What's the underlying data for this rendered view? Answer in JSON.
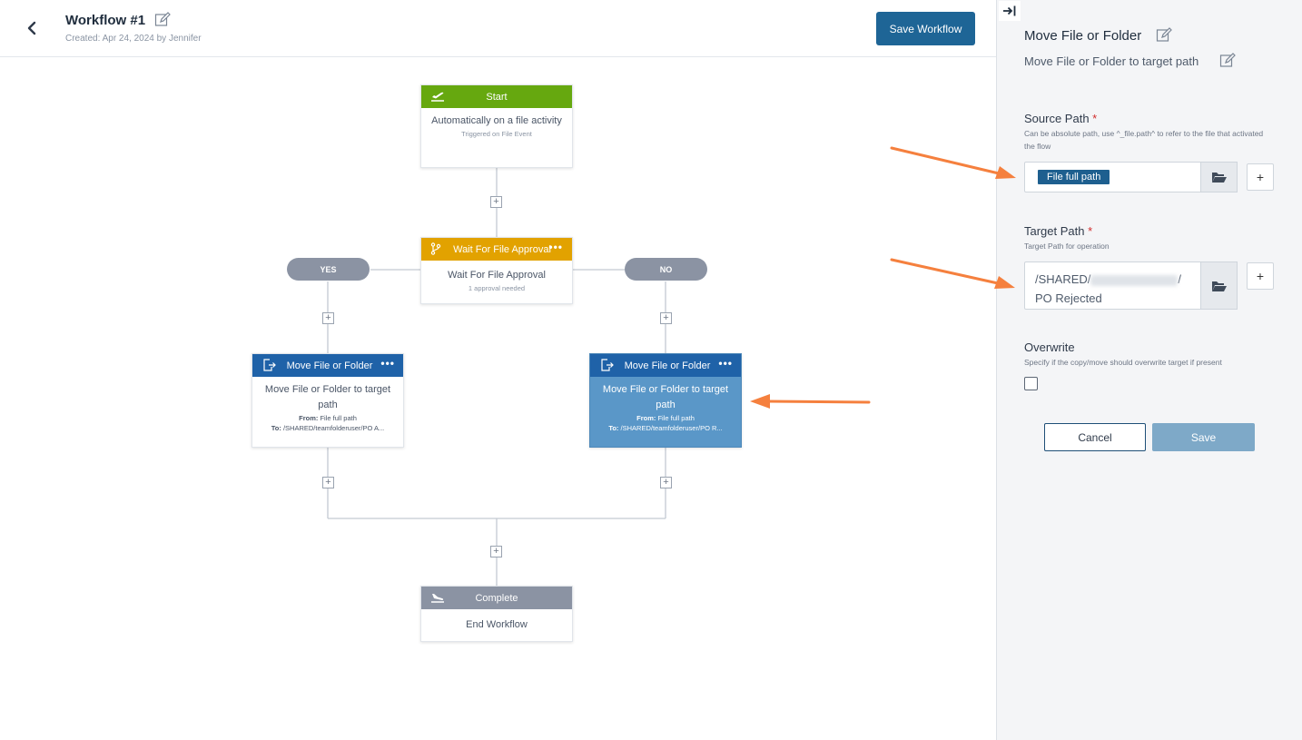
{
  "header": {
    "title": "Workflow #1",
    "subtitle": "Created: Apr 24, 2024 by Jennifer",
    "save_label": "Save Workflow"
  },
  "nodes": {
    "start": {
      "title": "Start",
      "main": "Automatically on a file activity",
      "small": "Triggered on File Event"
    },
    "approval": {
      "title": "Wait For File Approval",
      "main": "Wait For File Approval",
      "small": "1 approval needed"
    },
    "yes_label": "YES",
    "no_label": "NO",
    "move_yes": {
      "title": "Move File or Folder",
      "main": "Move File or Folder to target path",
      "from_label": "From:",
      "from_value": "File full path",
      "to_label": "To:",
      "to_value": "/SHARED/teamfolderuser/PO A..."
    },
    "move_no": {
      "title": "Move File or Folder",
      "main": "Move File or Folder to target path",
      "from_label": "From:",
      "from_value": "File full path",
      "to_label": "To:",
      "to_value": "/SHARED/teamfolderuser/PO R..."
    },
    "complete": {
      "title": "Complete",
      "main": "End Workflow"
    },
    "dots": "•••"
  },
  "panel": {
    "title": "Move File or Folder",
    "description": "Move File or Folder to target path",
    "source_path": {
      "label": "Source Path",
      "required_mark": "*",
      "help": "Can be absolute path, use ^_file.path^ to refer to the file that activated the flow",
      "chip": "File full path",
      "add": "+"
    },
    "target_path": {
      "label": "Target Path",
      "required_mark": "*",
      "help": "Target Path for operation",
      "line1_prefix": "/SHARED/",
      "line1_suffix": "/",
      "line2": "PO Rejected",
      "add": "+"
    },
    "overwrite": {
      "label": "Overwrite",
      "help": "Specify if the copy/move should overwrite target if present",
      "checked": false
    },
    "cancel_label": "Cancel",
    "save_label": "Save"
  },
  "colors": {
    "start": "#66a80f",
    "approval": "#e2a200",
    "move": "#1f62a8",
    "selected": "#5a97c8",
    "complete": "#8b93a3",
    "arrow": "#f5803e",
    "primary_button": "#1e6596"
  },
  "icons": [
    "back-chevron-icon",
    "edit-icon",
    "takeoff-icon",
    "branch-icon",
    "move-file-icon",
    "landing-icon",
    "folder-open-icon",
    "collapse-panel-icon",
    "plus-icon"
  ]
}
